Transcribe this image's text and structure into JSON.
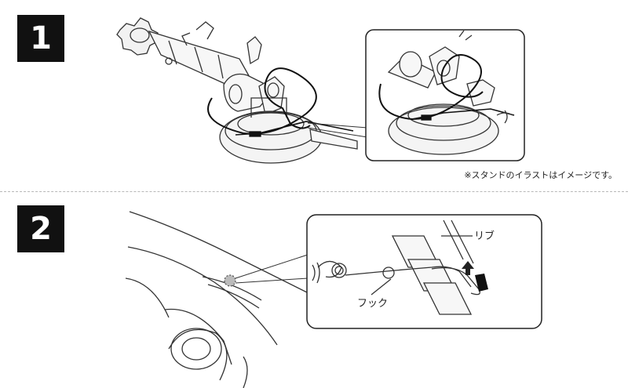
{
  "steps": [
    {
      "number": "1"
    },
    {
      "number": "2"
    }
  ],
  "note": "※スタンドのイラストはイメージです。",
  "labels": {
    "rib": "リブ",
    "hook": "フック"
  }
}
